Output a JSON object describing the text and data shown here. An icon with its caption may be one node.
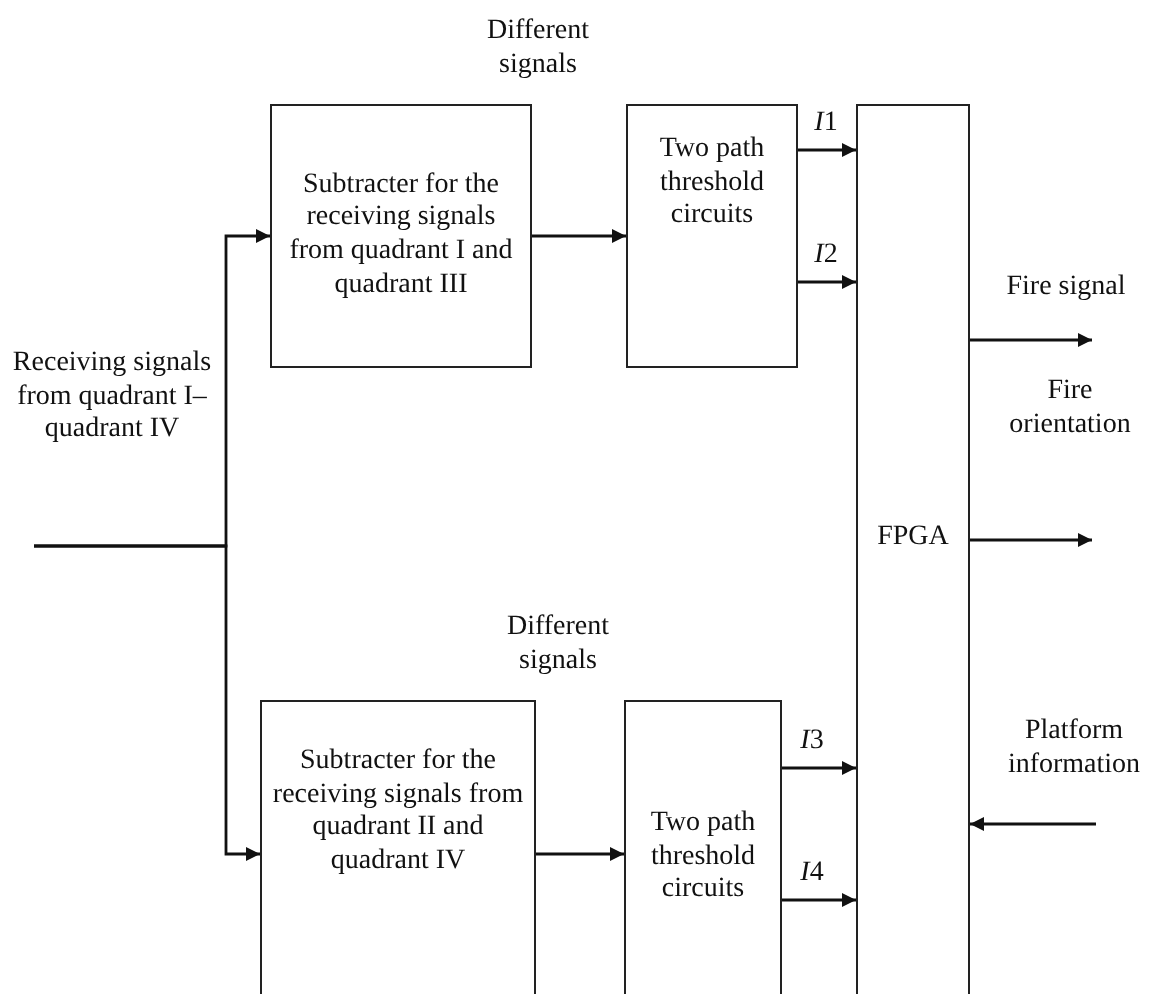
{
  "diagram": {
    "nodes": [
      {
        "text": [
          "Subtracter for the receiving signals from quadrant I and quadrant III"
        ]
      },
      {
        "text": [
          "Two path threshold circuits"
        ]
      },
      {
        "text": [
          "FPGA"
        ]
      },
      {
        "text": [
          "Subtracter for the receiving signals from quadrant II and quadrant IV"
        ]
      },
      {
        "text": [
          "Two path threshold circuits"
        ]
      }
    ],
    "edges": [
      {
        "from": null,
        "to": 0,
        "arrow": "to",
        "label": "Receiving signals from quadrant I– quadrant IV"
      },
      {
        "from": null,
        "to": 3,
        "arrow": "to"
      },
      {
        "from": 0,
        "to": 1,
        "arrow": "to"
      },
      {
        "from": 1,
        "to": 2,
        "arrow": "to",
        "label": "I1"
      },
      {
        "from": 1,
        "to": 2,
        "arrow": "to",
        "label": "I2"
      },
      {
        "from": 3,
        "to": 4,
        "arrow": "to"
      },
      {
        "from": 4,
        "to": 2,
        "arrow": "to",
        "label": "I3"
      },
      {
        "from": 4,
        "to": 2,
        "arrow": "to",
        "label": "I4"
      },
      {
        "from": 2,
        "to": null,
        "arrow": "to",
        "label": "Fire signal"
      },
      {
        "from": 2,
        "to": null,
        "arrow": "to",
        "label": "Fire orientation"
      },
      {
        "from": null,
        "to": 2,
        "arrow": "to",
        "label": "Platform information"
      }
    ],
    "labels": [
      "Different signals",
      "Different signals"
    ]
  }
}
